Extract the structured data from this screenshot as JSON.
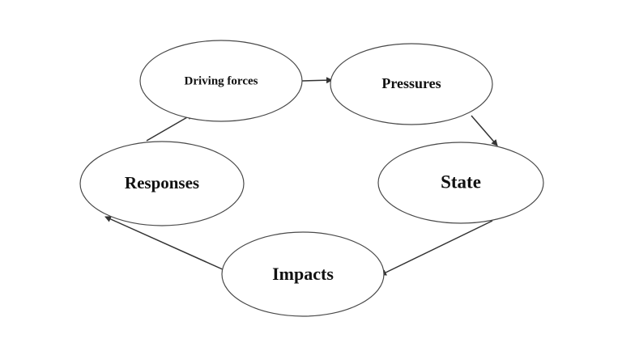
{
  "diagram": {
    "nodes": [
      {
        "id": "driving-forces",
        "label": "Driving forces"
      },
      {
        "id": "pressures",
        "label": "Pressures"
      },
      {
        "id": "state",
        "label": "State"
      },
      {
        "id": "impacts",
        "label": "Impacts"
      },
      {
        "id": "responses",
        "label": "Responses"
      }
    ],
    "edges": [
      {
        "from": "driving-forces",
        "to": "pressures"
      },
      {
        "from": "pressures",
        "to": "state"
      },
      {
        "from": "state",
        "to": "impacts"
      },
      {
        "from": "impacts",
        "to": "responses"
      },
      {
        "from": "responses",
        "to": "driving-forces"
      }
    ],
    "colors": {
      "stroke": "#4a4a4a",
      "arrow": "#333333",
      "fill": "#ffffff"
    }
  }
}
